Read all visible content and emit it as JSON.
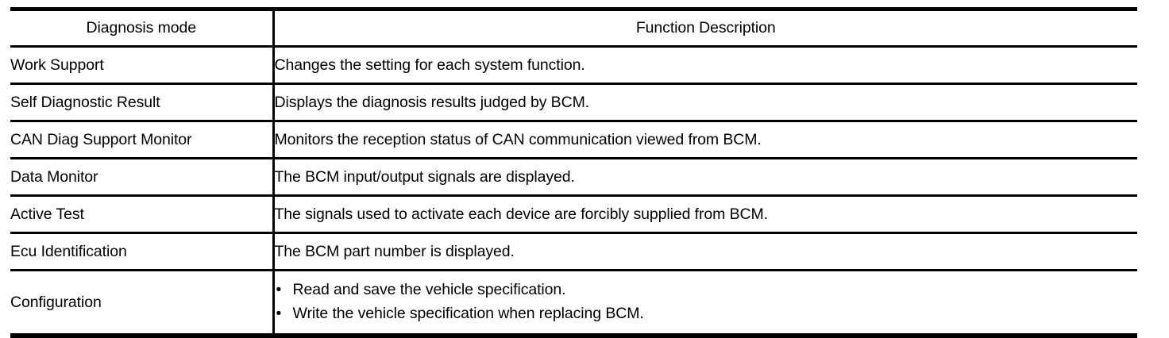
{
  "table": {
    "columns": [
      {
        "key": "mode",
        "header": "Diagnosis mode"
      },
      {
        "key": "description",
        "header": "Function Description"
      }
    ],
    "rows": [
      {
        "mode": "Work Support",
        "description": "Changes the setting for each system function."
      },
      {
        "mode": "Self Diagnostic Result",
        "description": "Displays the diagnosis results judged by BCM."
      },
      {
        "mode": "CAN Diag Support Monitor",
        "description": "Monitors the reception status of CAN communication viewed from BCM."
      },
      {
        "mode": "Data Monitor",
        "description": "The BCM input/output signals are displayed."
      },
      {
        "mode": "Active Test",
        "description": "The signals used to activate each device are forcibly supplied from BCM."
      },
      {
        "mode": "Ecu Identification",
        "description": "The BCM part number is displayed."
      },
      {
        "mode": "Configuration",
        "bullets": [
          "Read and save the vehicle specification.",
          "Write the vehicle specification when replacing BCM."
        ],
        "bullet_glyph": "•"
      }
    ]
  },
  "colors": {
    "rule": "#000000",
    "text": "#000000",
    "background": "#ffffff"
  }
}
